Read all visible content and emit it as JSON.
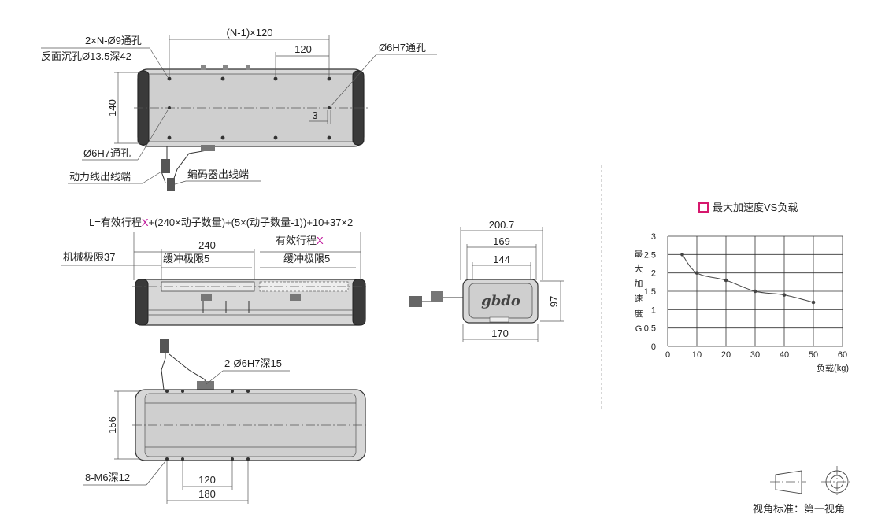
{
  "top_view": {
    "hole_note_line1": "2×N-Ø9通孔",
    "hole_note_line2": "反面沉孔Ø13.5深42",
    "pitch_label": "(N-1)×120",
    "pitch_120": "120",
    "pin_hole_right": "Ø6H7通孔",
    "height_140": "140",
    "dim_3": "3",
    "pin_hole_left": "Ø6H7通孔",
    "power_cable": "动力线出线端",
    "encoder_cable": "编码器出线端"
  },
  "side_view": {
    "formula_prefix": "L=有效行程",
    "formula_x": "X",
    "formula_suffix": "+(240×动子数量)+(5×(动子数量-1))+10+37×2",
    "dim_240": "240",
    "stroke_prefix": "有效行程",
    "stroke_x": "X",
    "mech_limit": "机械极限37",
    "buffer_left": "缓冲极限5",
    "buffer_right": "缓冲极限5"
  },
  "end_view": {
    "dim_200_7": "200.7",
    "dim_169": "169",
    "dim_144": "144",
    "dim_97": "97",
    "dim_170": "170"
  },
  "bottom_view": {
    "tap_note": "2-Ø6H7深15",
    "height_156": "156",
    "screw_note": "8-M6深12",
    "dim_120": "120",
    "dim_180": "180"
  },
  "chart_data": {
    "type": "line",
    "title": "最大加速度VS负载",
    "title_marker_color": "#d6186d",
    "xlabel": "负载(kg)",
    "ylabel": "最大加速度G",
    "xlim": [
      0,
      60
    ],
    "ylim": [
      0,
      3
    ],
    "x_ticks": [
      "0",
      "10",
      "20",
      "30",
      "40",
      "50",
      "60"
    ],
    "y_ticks": [
      "0",
      "0.5",
      "1",
      "1.5",
      "2",
      "2.5",
      "3"
    ],
    "grid": true,
    "x": [
      5,
      10,
      20,
      30,
      40,
      50
    ],
    "y": [
      2.5,
      2.0,
      1.8,
      1.5,
      1.4,
      1.2
    ]
  },
  "projection": {
    "label": "视角标准：第一视角"
  }
}
